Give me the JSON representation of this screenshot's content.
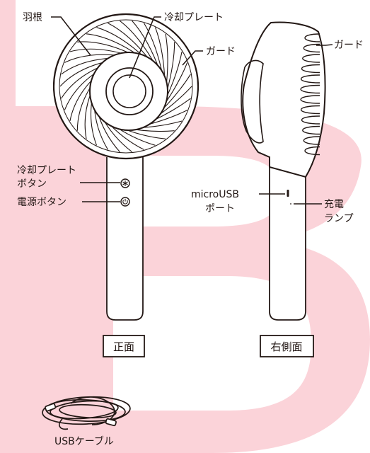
{
  "colors": {
    "ink": "#231815",
    "watermark": "#fbd3d9",
    "background": "#ffffff"
  },
  "front": {
    "title": "正面",
    "labels": {
      "blade": "羽根",
      "cooling_plate": "冷却プレート",
      "guard": "ガード",
      "cool_button_line1": "冷却プレート",
      "cool_button_line2": "ボタン",
      "power_button": "電源ボタン"
    }
  },
  "side": {
    "title": "右側面",
    "labels": {
      "guard": "ガード",
      "usb_port_line1": "microUSB",
      "usb_port_line2": "ポート",
      "charge_lamp_line1": "充電",
      "charge_lamp_line2": "ランプ"
    }
  },
  "cable": {
    "label": "USBケーブル"
  },
  "icons": {
    "cool_button": "snowflake-icon",
    "power_button": "power-icon",
    "watermark": "letter-b-watermark"
  }
}
